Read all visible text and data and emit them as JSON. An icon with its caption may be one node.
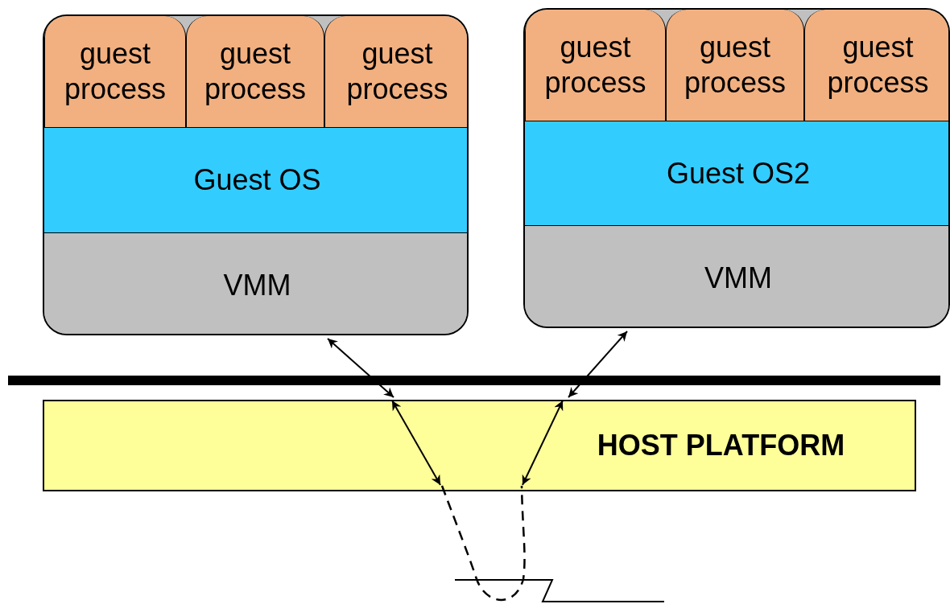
{
  "diagram": {
    "nodes": [
      {
        "text": [],
        "shape": "box"
      },
      {
        "text": [
          "guest process"
        ],
        "in": 0
      },
      {
        "text": [
          "guest process"
        ],
        "in": 0
      },
      {
        "text": [
          "guest process"
        ],
        "in": 0
      },
      {
        "text": [
          "Guest OS"
        ],
        "in": 0
      },
      {
        "text": [
          "VMM"
        ],
        "in": 0
      },
      {
        "text": [],
        "shape": "box"
      },
      {
        "text": [
          "guest process"
        ],
        "in": 6
      },
      {
        "text": [
          "guest process"
        ],
        "in": 6
      },
      {
        "text": [
          "guest process"
        ],
        "in": 6
      },
      {
        "text": [
          "Guest OS2"
        ],
        "in": 6
      },
      {
        "text": [
          "VMM"
        ],
        "in": 6
      },
      {
        "text": [],
        "shape": "bar"
      },
      {
        "text": [
          "HOST PLATFORM"
        ]
      }
    ],
    "edges": [
      {
        "from": 5,
        "to": 12,
        "arrow": "both"
      },
      {
        "from": 12,
        "to": 13,
        "arrow": "both"
      },
      {
        "from": 11,
        "to": 12,
        "arrow": "both"
      },
      {
        "from": 12,
        "to": 13,
        "arrow": "both"
      },
      {
        "from": 13,
        "to": 13,
        "arrow": "none",
        "style": "dashed"
      }
    ]
  }
}
